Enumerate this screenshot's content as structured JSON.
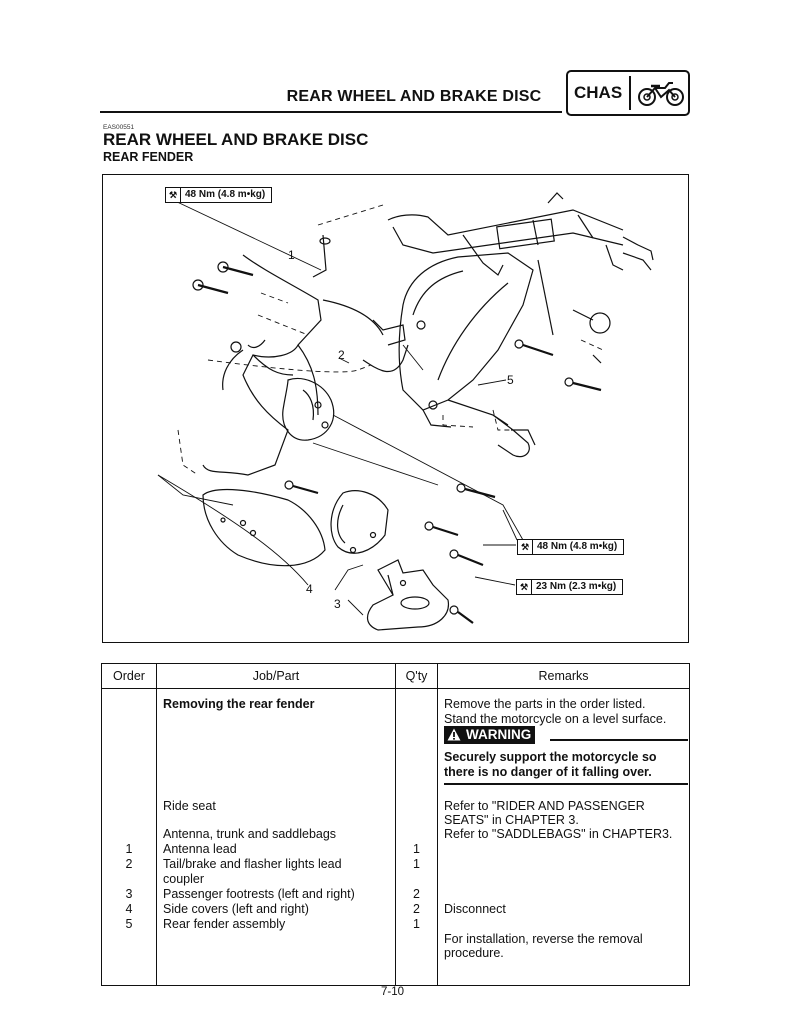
{
  "header": {
    "title": "REAR WHEEL AND BRAKE DISC",
    "section_code": "CHAS",
    "section_icon": "motorcycle-icon"
  },
  "doc_code": "EAS00551",
  "main_title": "REAR WHEEL AND BRAKE DISC",
  "sub_title": "REAR FENDER",
  "diagram": {
    "torque_specs": [
      {
        "value": "48 Nm (4.8 m•kg)",
        "icon": "torque-wrench-icon"
      },
      {
        "value": "48 Nm (4.8 m•kg)",
        "icon": "torque-wrench-icon"
      },
      {
        "value": "23 Nm (2.3 m•kg)",
        "icon": "torque-wrench-icon"
      }
    ],
    "callouts": [
      "1",
      "2",
      "5",
      "4",
      "3"
    ]
  },
  "table": {
    "headers": [
      "Order",
      "Job/Part",
      "Q'ty",
      "Remarks"
    ],
    "job_title": "Removing the rear fender",
    "remarks_intro": [
      "Remove the parts in the order listed.",
      "Stand the motorcycle on a level surface."
    ],
    "warning_label": "WARNING",
    "warning_text": [
      "Securely support the motorcycle so",
      "there is no danger of it falling over."
    ],
    "jobs": [
      {
        "order": "",
        "part": "Ride seat",
        "qty": "",
        "remarks": [
          "Refer to \"RIDER AND PASSENGER",
          "SEATS\" in CHAPTER 3."
        ]
      },
      {
        "order": "",
        "part": "Antenna, trunk and saddlebags",
        "qty": "",
        "remarks": [
          "Refer to \"SADDLEBAGS\" in CHAPTER3."
        ]
      },
      {
        "order": "1",
        "part": "Antenna lead",
        "qty": "1",
        "remarks": []
      },
      {
        "order": "2",
        "part": "Tail/brake and flasher lights lead",
        "part_2": "coupler",
        "qty": "1",
        "remarks": []
      },
      {
        "order": "3",
        "part": "Passenger footrests (left and right)",
        "qty": "2",
        "remarks": []
      },
      {
        "order": "4",
        "part": "Side covers (left and right)",
        "qty": "2",
        "remarks": [
          "Disconnect"
        ]
      },
      {
        "order": "5",
        "part": "Rear fender assembly",
        "qty": "1",
        "remarks": []
      }
    ],
    "closing_remark": [
      "For installation, reverse the removal",
      "procedure."
    ]
  },
  "page_number": "7-10"
}
